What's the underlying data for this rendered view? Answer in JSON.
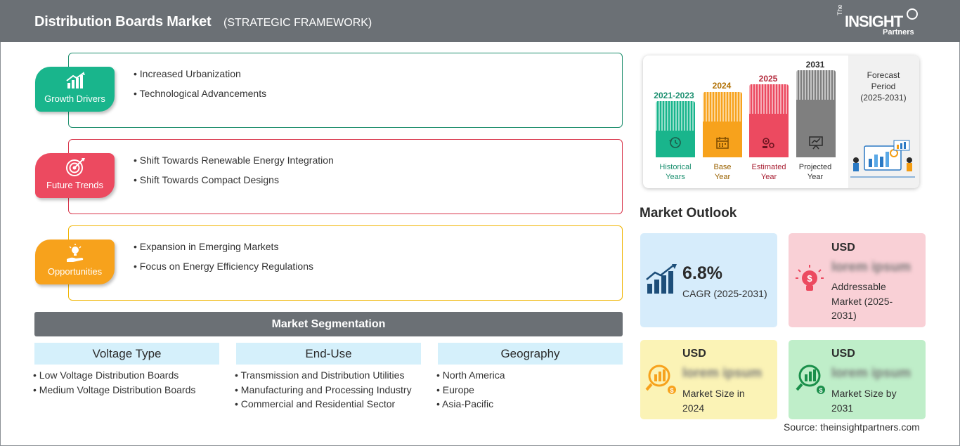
{
  "header": {
    "title": "Distribution Boards Market",
    "subtitle": "(STRATEGIC FRAMEWORK)",
    "logo": {
      "the": "The",
      "main": "INSIGHT",
      "sub": "Partners"
    }
  },
  "strategic": [
    {
      "label": "Growth Drivers",
      "icon": "bar-chart-icon",
      "color": "#19b58c",
      "items": [
        "Increased Urbanization",
        "Technological Advancements"
      ]
    },
    {
      "label": "Future Trends",
      "icon": "target-icon",
      "color": "#ec4a60",
      "items": [
        "Shift Towards Renewable Energy Integration",
        "Shift Towards Compact Designs"
      ]
    },
    {
      "label": "Opportunities",
      "icon": "lightbulb-hand-icon",
      "color": "#f7a21c",
      "items": [
        "Expansion in Emerging Markets",
        "Focus on Energy Efficiency Regulations"
      ]
    }
  ],
  "segmentation": {
    "title": "Market Segmentation",
    "columns": [
      {
        "heading": "Voltage Type",
        "items": [
          "Low Voltage Distribution Boards",
          "Medium Voltage Distribution Boards"
        ]
      },
      {
        "heading": "End-Use",
        "items": [
          "Transmission and Distribution Utilities",
          "Manufacturing and Processing Industry",
          "Commercial and Residential Sector"
        ]
      },
      {
        "heading": "Geography",
        "items": [
          "North America",
          "Europe",
          "Asia-Pacific"
        ]
      }
    ]
  },
  "timeline": {
    "bars": [
      {
        "year": "2021-2023",
        "caption_line1": "Historical",
        "caption_line2": "Years",
        "color": "#19b58c",
        "year_color": "#1a8f6f",
        "icon": "history-icon"
      },
      {
        "year": "2024",
        "caption_line1": "Base",
        "caption_line2": "Year",
        "color": "#f7a21c",
        "year_color": "#b06f00",
        "icon": "calendar-icon"
      },
      {
        "year": "2025",
        "caption_line1": "Estimated",
        "caption_line2": "Year",
        "color": "#ec4a60",
        "year_color": "#b3283b",
        "icon": "gears-icon"
      },
      {
        "year": "2031",
        "caption_line1": "Projected",
        "caption_line2": "Year",
        "color": "#7f7f7f",
        "year_color": "#2b2b2b",
        "icon": "presentation-icon"
      }
    ],
    "forecast": {
      "line1": "Forecast",
      "line2": "Period",
      "line3": "(2025-2031)"
    }
  },
  "outlook": {
    "title": "Market Outlook",
    "cagr": {
      "value": "6.8%",
      "label": "CAGR (2025-2031)"
    },
    "addressable": {
      "currency": "USD",
      "value": "lorem ipsum",
      "label_line1": "Addressable",
      "label_line2": "Market (2025-",
      "label_line3": "2031)"
    },
    "size2024": {
      "currency": "USD",
      "value": "lorem ipsum",
      "label_line1": "Market Size in",
      "label_line2": "2024"
    },
    "size2031": {
      "currency": "USD",
      "value": "lorem ipsum",
      "label_line1": "Market Size by",
      "label_line2": "2031"
    }
  },
  "source": "Source: theinsightpartners.com"
}
